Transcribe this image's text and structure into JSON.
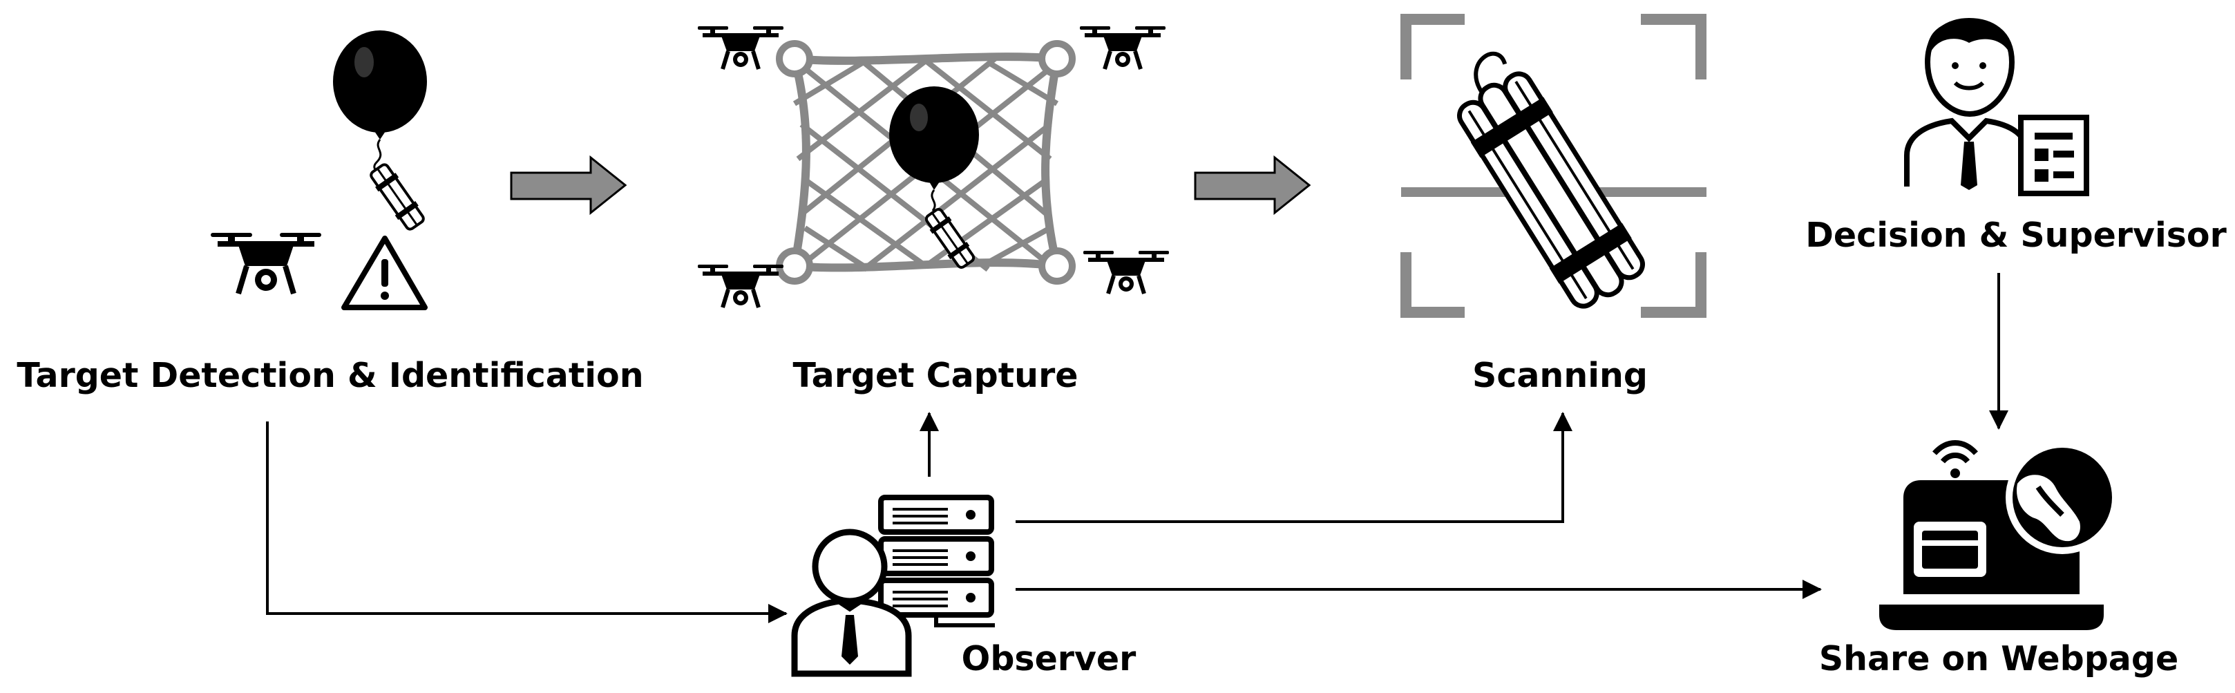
{
  "stages": {
    "detection": {
      "label": "Target Detection & Identification"
    },
    "capture": {
      "label": "Target Capture"
    },
    "scanning": {
      "label": "Scanning"
    },
    "supervisor": {
      "label": "Decision & Supervisor"
    },
    "observer": {
      "label": "Observer"
    },
    "share": {
      "label": "Share on Webpage"
    }
  },
  "icons": {
    "balloon": "balloon-icon",
    "explosive": "dynamite-icon",
    "drone": "drone-icon",
    "warning": "warning-icon",
    "net": "capture-net-icon",
    "scan_frame": "scan-frame-icon",
    "supervisor": "businessman-document-icon",
    "observer": "operator-server-icon",
    "laptop": "laptop-globe-wifi-icon"
  },
  "colors": {
    "ink": "#000000",
    "arrow_fill": "#8c8c8c",
    "net_gray": "#888888",
    "frame_gray": "#8a8a8a"
  }
}
